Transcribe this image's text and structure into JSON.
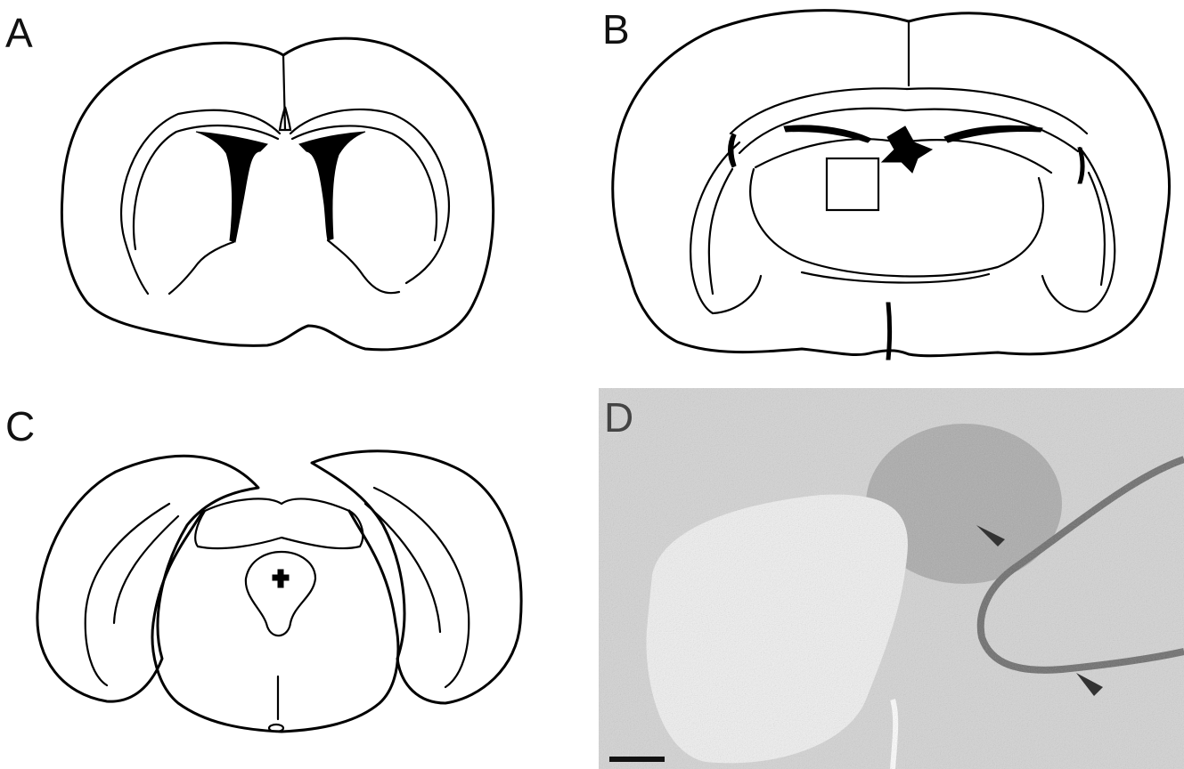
{
  "panels": {
    "a": {
      "label": "A"
    },
    "b": {
      "label": "B"
    },
    "c": {
      "label": "C"
    },
    "d": {
      "label": "D"
    }
  },
  "colors": {
    "ink": "#000000",
    "background": "#ffffff",
    "micrograph_base": "#d9d9d9",
    "micrograph_dark": "#7a7a7a",
    "micrograph_light": "#f2f2f2"
  }
}
